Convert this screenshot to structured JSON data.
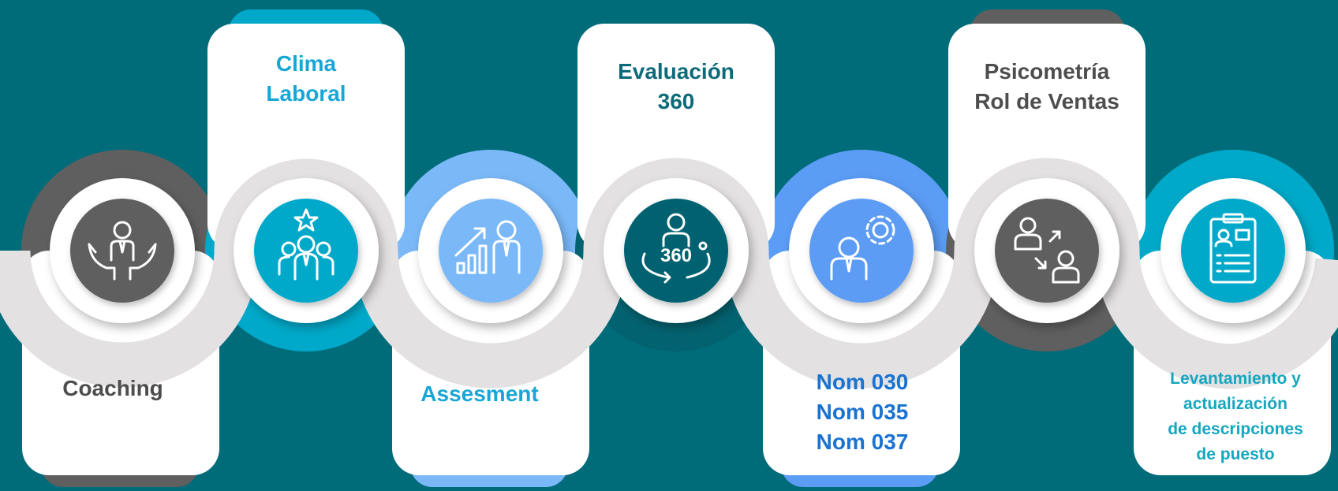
{
  "colors": {
    "background": "#006b79",
    "card": "#ffffff",
    "ribbon": "#e3e1e2",
    "dark_gray": "#5f5f5f",
    "teal": "#00a9c9",
    "light_blue": "#7ab8f7",
    "dark_teal": "#03626f",
    "blue": "#5b9cf5",
    "text_gray": "#4d4d4d",
    "text_cyan": "#18a6d6",
    "text_dark_teal": "#0d6b79",
    "text_blue": "#1a73d1",
    "text_teal": "#15a6c0"
  },
  "steps": [
    {
      "id": "coaching",
      "lines": [
        "Coaching"
      ],
      "icon": "coaching-icon",
      "text_color": "#4d4d4d"
    },
    {
      "id": "clima-laboral",
      "lines": [
        "Clima",
        "Laboral"
      ],
      "icon": "team-star-icon",
      "text_color": "#18a6d6"
    },
    {
      "id": "assesment",
      "lines": [
        "Assesment"
      ],
      "icon": "growth-chart-person-icon",
      "text_color": "#18a6d6"
    },
    {
      "id": "evaluacion-360",
      "lines": [
        "Evaluación",
        "360"
      ],
      "icon": "person-360-icon",
      "text_color": "#0d6b79"
    },
    {
      "id": "nom",
      "lines": [
        "Nom 030",
        "Nom 035",
        "Nom 037"
      ],
      "icon": "person-gear-icon",
      "text_color": "#1a73d1"
    },
    {
      "id": "psicometria",
      "lines": [
        "Psicometría",
        "Rol de Ventas"
      ],
      "icon": "people-exchange-icon",
      "text_color": "#4d4d4d"
    },
    {
      "id": "levantamiento",
      "lines": [
        "Levantamiento y",
        "actualización",
        "de descripciones",
        "de puesto"
      ],
      "icon": "clipboard-profile-icon",
      "text_color": "#15a6c0"
    }
  ]
}
